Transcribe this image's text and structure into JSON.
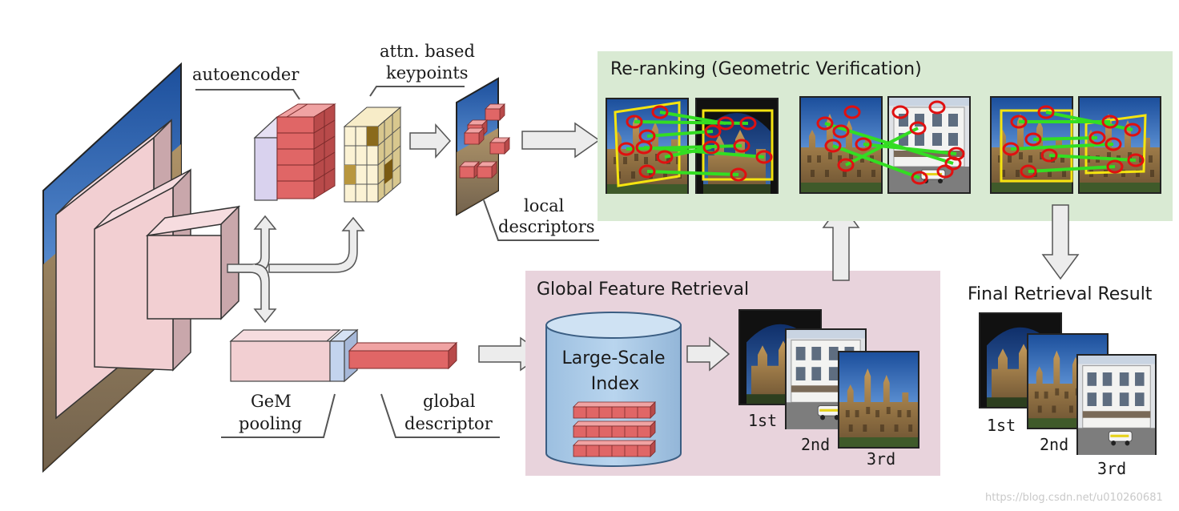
{
  "labels": {
    "autoencoder": "autoencoder",
    "attn_line1": "attn. based",
    "attn_line2": "keypoints",
    "local_line1": "local",
    "local_line2": "descriptors",
    "gem_line1": "GeM",
    "gem_line2": "pooling",
    "global_line1": "global",
    "global_line2": "descriptor",
    "reranking_title": "Re-ranking (Geometric Verification)",
    "global_retrieval_title": "Global Feature Retrieval",
    "index_line1": "Large-Scale",
    "index_line2": "Index",
    "final_title": "Final Retrieval Result",
    "rank1": "1st",
    "rank2": "2nd",
    "rank3": "3rd"
  },
  "watermark": "https://blog.csdn.net/u010260681",
  "colors": {
    "reranking_bg": "#d9ead3",
    "global_bg": "#e8d3dc",
    "feature_block": "#f2cfd2",
    "descriptor_red": "#e06666",
    "database_blue": "#a9c9e6",
    "keypoint_circle": "#e01010",
    "match_line": "#33dd22",
    "arrow_fill": "#ececec"
  }
}
